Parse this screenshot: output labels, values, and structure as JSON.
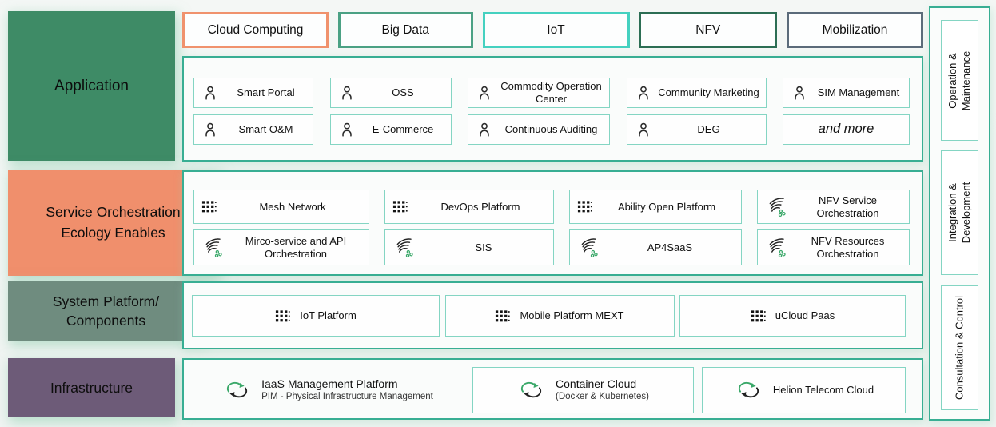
{
  "colors": {
    "application_fill": "#3E8B66",
    "service_fill": "#F08F6C",
    "system_fill": "#6F8C7F",
    "infrastructure_fill": "#6D5B78",
    "cloud_computing_border": "#F0926D",
    "big_data_border": "#4BA184",
    "iot_border": "#45D1C0",
    "nfv_border": "#2C6E54",
    "mobilization_border": "#5B6B7A",
    "container_border": "#38AE93",
    "item_border": "#84D5C3",
    "accent_green": "#3AA869"
  },
  "layers": {
    "application": {
      "label": "Application"
    },
    "service": {
      "label": "Service Orchestration Ecology Enables"
    },
    "system": {
      "label": "System Platform/ Components"
    },
    "infrastructure": {
      "label": "Infrastructure"
    }
  },
  "categories": [
    {
      "label": "Cloud Computing"
    },
    {
      "label": "Big Data"
    },
    {
      "label": "IoT"
    },
    {
      "label": "NFV"
    },
    {
      "label": "Mobilization"
    }
  ],
  "application": {
    "row1": [
      {
        "icon": "person-icon",
        "label": "Smart Portal"
      },
      {
        "icon": "person-icon",
        "label": "OSS"
      },
      {
        "icon": "person-icon",
        "label": "Commodity Operation Center"
      },
      {
        "icon": "person-icon",
        "label": "Community Marketing"
      },
      {
        "icon": "person-icon",
        "label": "SIM Management"
      }
    ],
    "row2": [
      {
        "icon": "person-icon",
        "label": "Smart O&M"
      },
      {
        "icon": "person-icon",
        "label": "E-Commerce"
      },
      {
        "icon": "person-icon",
        "label": "Continuous Auditing"
      },
      {
        "icon": "person-icon",
        "label": "DEG"
      },
      {
        "label": "and more"
      }
    ]
  },
  "service": {
    "row1": [
      {
        "icon": "grid-icon",
        "label": "Mesh Network"
      },
      {
        "icon": "grid-icon",
        "label": "DevOps Platform"
      },
      {
        "icon": "grid-icon",
        "label": "Ability Open Platform"
      },
      {
        "icon": "orchestration-icon",
        "label": "NFV Service Orchestration"
      }
    ],
    "row2": [
      {
        "icon": "orchestration-icon",
        "label": "Mirco-service and API Orchestration"
      },
      {
        "icon": "orchestration-icon",
        "label": "SIS"
      },
      {
        "icon": "orchestration-icon",
        "label": "AP4SaaS"
      },
      {
        "icon": "orchestration-icon",
        "label": "NFV Resources Orchestration"
      }
    ]
  },
  "system": {
    "items": [
      {
        "icon": "grid-icon",
        "label": "IoT Platform"
      },
      {
        "icon": "grid-icon",
        "label": "Mobile Platform MEXT"
      },
      {
        "icon": "grid-icon",
        "label": "uCloud Paas"
      }
    ]
  },
  "infrastructure": {
    "items": [
      {
        "icon": "cloud-sync-icon",
        "label": "IaaS Management Platform",
        "sublabel": "PIM - Physical Infrastructure Management"
      },
      {
        "icon": "cloud-sync-icon",
        "label": "Container Cloud",
        "sublabel": "(Docker & Kubernetes)"
      },
      {
        "icon": "cloud-sync-icon",
        "label": "Helion Telecom Cloud"
      }
    ]
  },
  "sidebar": [
    {
      "line1": "Operation &",
      "line2": "Maintenance"
    },
    {
      "line1": "Integration &",
      "line2": "Development"
    },
    {
      "line1": "Consultation & Control"
    }
  ]
}
